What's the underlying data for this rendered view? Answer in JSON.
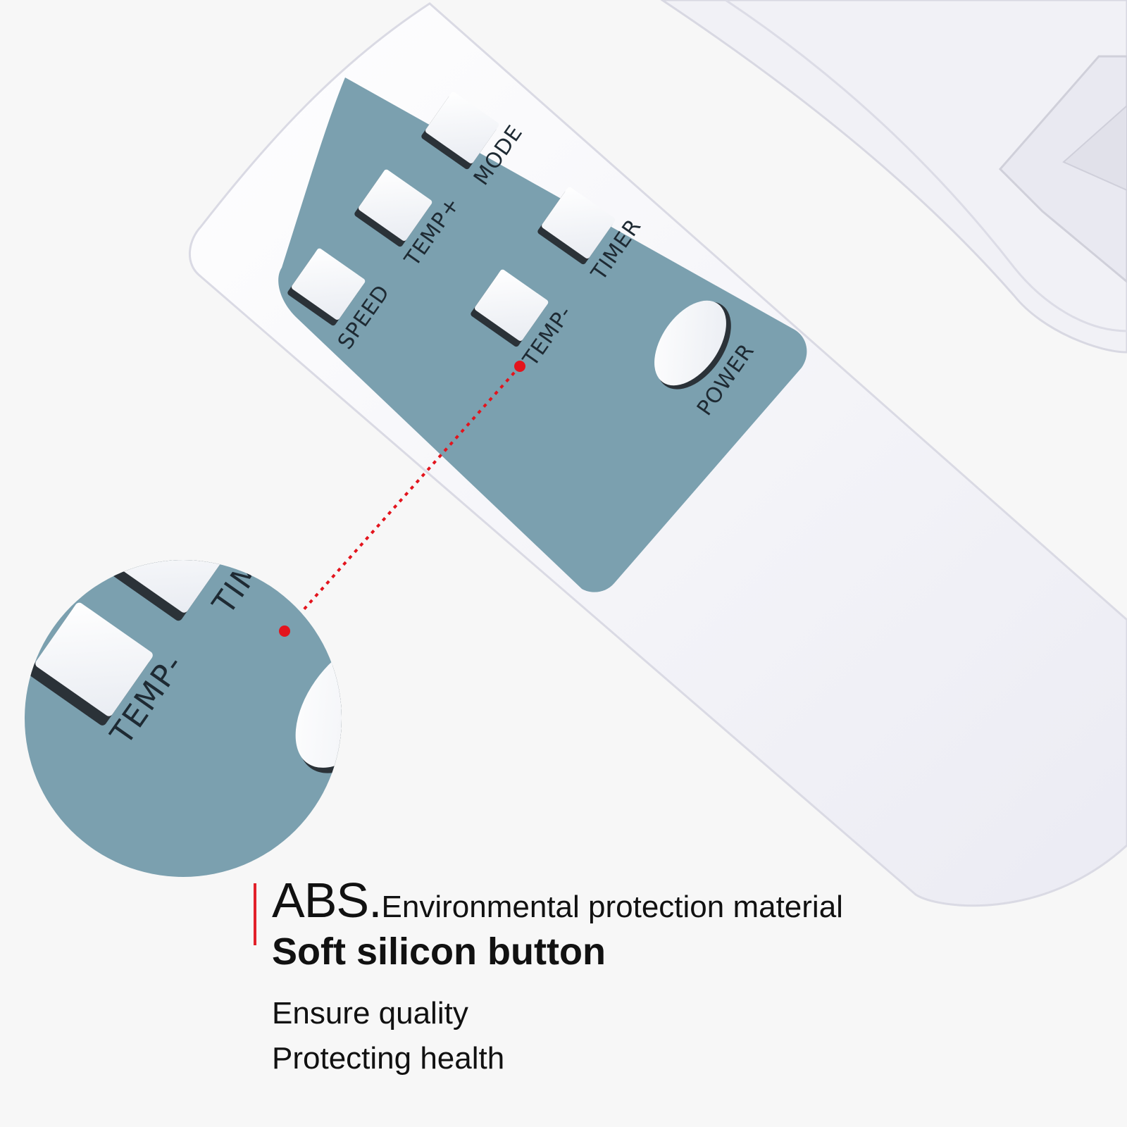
{
  "remote": {
    "buttons": {
      "mode": "MODE",
      "temp_plus": "TEMP+",
      "timer": "TIMER",
      "speed": "SPEED",
      "temp_minus": "TEMP-",
      "power": "POWER"
    },
    "panel_color": "#7ba0af",
    "body_color": "#fdfdff"
  },
  "zoom": {
    "temp_minus_label": "TEMP-",
    "timer_partial_label": "TIM"
  },
  "callout": {
    "dot_color": "#e3141d"
  },
  "caption": {
    "abs": "ABS.",
    "env": "Environmental protection material",
    "soft": "Soft silicon button",
    "quality": "Ensure quality",
    "health": "Protecting health"
  }
}
